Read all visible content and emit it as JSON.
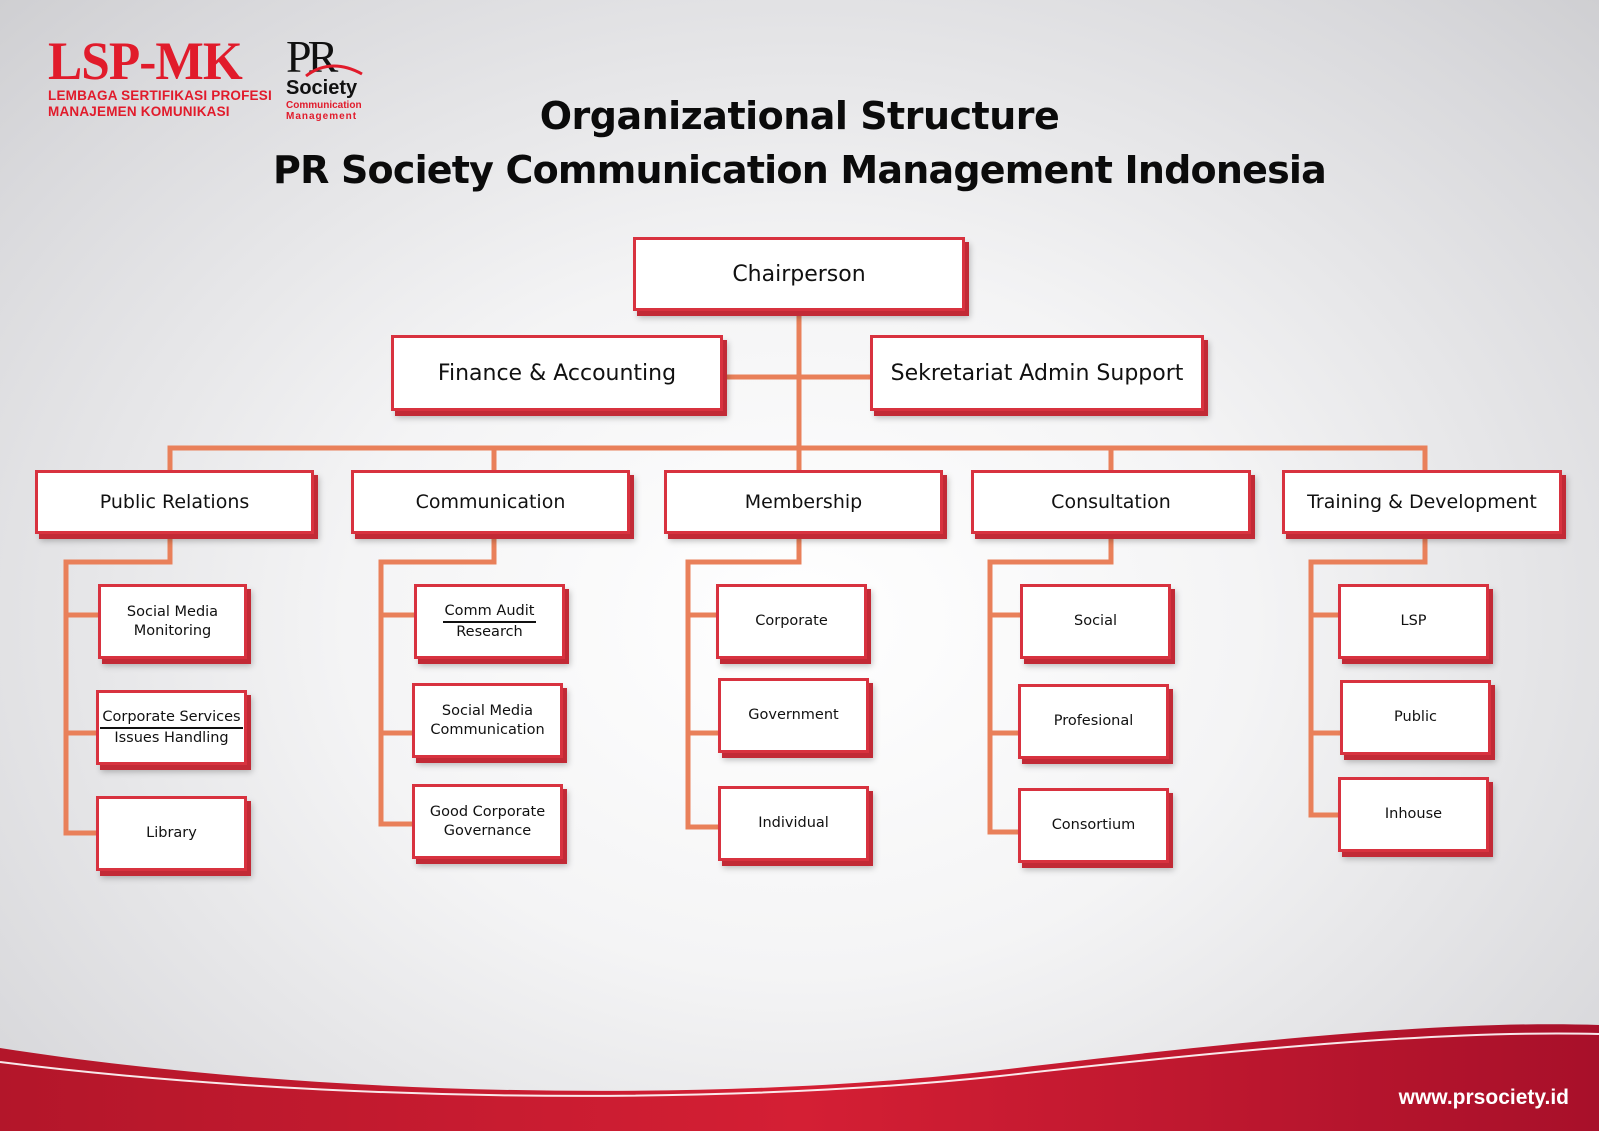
{
  "header": {
    "lsp_logo": "LSP-MK",
    "lsp_line1": "LEMBAGA SERTIFIKASI PROFESI",
    "lsp_line2": "MANAJEMEN KOMUNIKASI",
    "pr_logo": "PR",
    "pr_society": "Society",
    "pr_line1": "Communication",
    "pr_line2": "Management",
    "title1": "Organizational Structure",
    "title2": "PR Society Communication Management Indonesia"
  },
  "org": {
    "chair": "Chairperson",
    "finance": "Finance & Accounting",
    "secretariat": "Sekretariat Admin Support",
    "departments": [
      {
        "name": "Public Relations",
        "units": [
          {
            "lines": [
              "Social Media",
              "Monitoring"
            ]
          },
          {
            "lines": [
              "Corporate Services",
              "Issues Handling"
            ],
            "divider": true
          },
          {
            "lines": [
              "Library"
            ]
          }
        ]
      },
      {
        "name": "Communication",
        "units": [
          {
            "lines": [
              "Comm Audit",
              "Research"
            ],
            "divider": true
          },
          {
            "lines": [
              "Social Media",
              "Communication"
            ]
          },
          {
            "lines": [
              "Good Corporate",
              "Governance"
            ]
          }
        ]
      },
      {
        "name": "Membership",
        "units": [
          {
            "lines": [
              "Corporate"
            ]
          },
          {
            "lines": [
              "Government"
            ]
          },
          {
            "lines": [
              "Individual"
            ]
          }
        ]
      },
      {
        "name": "Consultation",
        "units": [
          {
            "lines": [
              "Social"
            ]
          },
          {
            "lines": [
              "Profesional"
            ]
          },
          {
            "lines": [
              "Consortium"
            ]
          }
        ]
      },
      {
        "name": "Training & Development",
        "units": [
          {
            "lines": [
              "LSP"
            ]
          },
          {
            "lines": [
              "Public"
            ]
          },
          {
            "lines": [
              "Inhouse"
            ]
          }
        ]
      }
    ]
  },
  "footer": {
    "website": "www.prsociety.id"
  },
  "colors": {
    "brand_red": "#e11b2b",
    "line_orange": "#e9805a",
    "box_border": "#d8323f"
  }
}
